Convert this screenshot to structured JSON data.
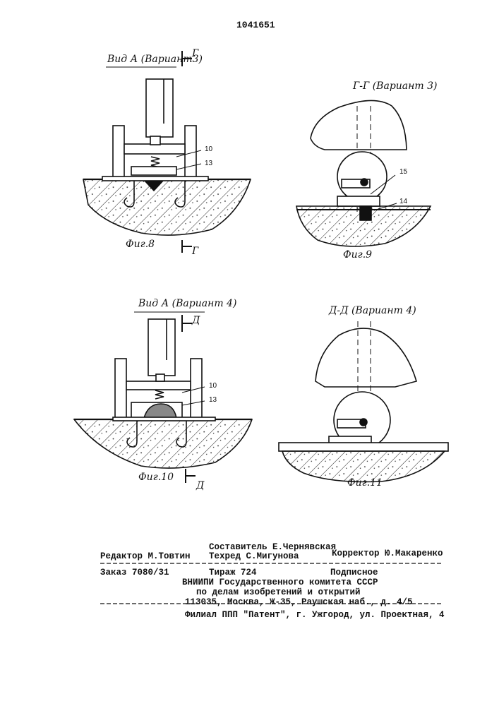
{
  "doc_number": "1041651",
  "fig8": {
    "view_label": "Вид А (Вариант3)",
    "section_letter_top": "Г",
    "section_letter_bottom": "Г",
    "caption": "Фиг.8",
    "labels": [
      "10",
      "13"
    ]
  },
  "fig9": {
    "view_label": "Г-Г (Вариант 3)",
    "caption": "Фиг.9",
    "labels": [
      "15",
      "14"
    ]
  },
  "fig10": {
    "view_label": "Вид А (Вариант 4)",
    "section_letter_top": "Д",
    "section_letter_bottom": "Д",
    "caption": "Фиг.10",
    "labels": [
      "10",
      "13"
    ]
  },
  "fig11": {
    "view_label": "Д-Д (Вариант 4)",
    "caption": "Фиг.11"
  },
  "footer": {
    "editor": "Редактор М.Товтин",
    "compiler": "Составитель Е.Чернявская",
    "techred": "Техред С.Мигунова",
    "corrector": "Корректор Ю.Макаренко",
    "order": "Заказ 7080/31",
    "circulation": "Тираж 724",
    "subscription": "Подписное",
    "org_line1": "ВНИИПИ Государственного комитета СССР",
    "org_line2": "по делам изобретений и открытий",
    "org_line3": "113035, Москва, Ж-35, Раушская наб., д. 4/5",
    "branch": "Филиал ППП \"Патент\", г. Ужгород, ул. Проектная, 4"
  }
}
